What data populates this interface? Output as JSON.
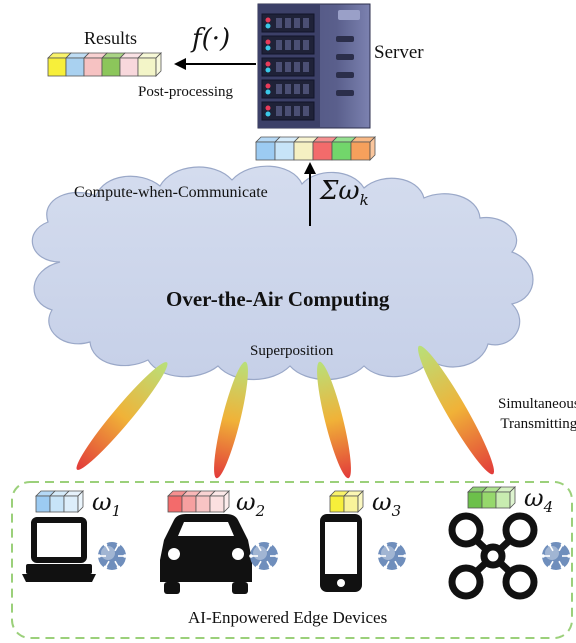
{
  "server": {
    "label": "Server",
    "function_label": "f(·)",
    "results_label": "Results",
    "post_processing_label": "Post-processing",
    "results_colors": [
      "#f7ef3a",
      "#a9d1f0",
      "#f6c2c2",
      "#8cc65b",
      "#f8d8dc",
      "#f3f5c8"
    ],
    "aggregate_colors": [
      "#9ccbf2",
      "#c7e4f8",
      "#f5f0c2",
      "#f36b6b",
      "#72d66b",
      "#f6a05c"
    ]
  },
  "link": {
    "compute_label": "Compute-when-Communicate",
    "sum_label": "Σω",
    "sum_subscript": "k"
  },
  "cloud": {
    "title": "Over-the-Air Computing",
    "superposition_label": "Superposition",
    "simultaneous_label_line1": "Simultaneous",
    "simultaneous_label_line2": "Transmitting"
  },
  "devices": {
    "caption": "AI-Enpowered Edge Devices",
    "items": [
      {
        "type": "laptop",
        "weight": "ω",
        "subscript": "1",
        "colors": [
          "#9ccbf2",
          "#c7e4f8",
          "#ddeefa"
        ]
      },
      {
        "type": "car",
        "weight": "ω",
        "subscript": "2",
        "colors": [
          "#f36b6b",
          "#f6a0a0",
          "#f8c4c4",
          "#fbe0e0"
        ]
      },
      {
        "type": "phone",
        "weight": "ω",
        "subscript": "3",
        "colors": [
          "#f7ef3a",
          "#f9f39a"
        ]
      },
      {
        "type": "drone",
        "weight": "ω",
        "subscript": "4",
        "colors": [
          "#6cc04a",
          "#96d86c",
          "#c8ecb0"
        ]
      }
    ]
  }
}
